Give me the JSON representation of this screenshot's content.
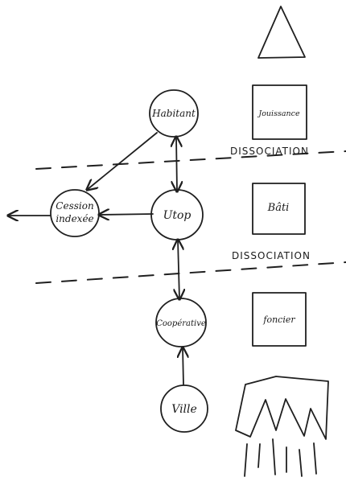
{
  "nodes": {
    "habitant": "Habitant",
    "cession_line1": "Cession",
    "cession_line2": "indexée",
    "utop": "Utop",
    "cooperative": "Coopérative",
    "ville": "Ville"
  },
  "separators": {
    "top": "DISSOCIATION",
    "bottom": "DISSOCIATION"
  },
  "layers": {
    "jouissance": "Jouissance",
    "bati": "Bâti",
    "foncier": "foncier"
  }
}
